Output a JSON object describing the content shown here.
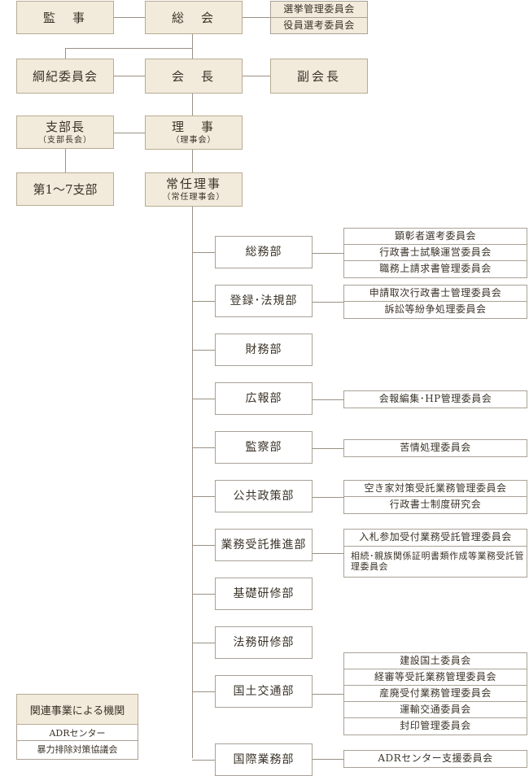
{
  "top": {
    "kanji": "監　事",
    "soukai": "総　会",
    "soukai_committees": [
      "選挙管理委員会",
      "役員選考委員会"
    ],
    "kouki": "綱紀委員会",
    "kaichou": "会　長",
    "fukukaichou": "副会長",
    "shibuchou": "支部長",
    "shibuchou_sub": "（支部長会）",
    "riji": "理　事",
    "riji_sub": "（理事会）",
    "branches": "第1～7支部",
    "jounin": "常任理事",
    "jounin_sub": "（常任理事会）"
  },
  "departments": [
    {
      "name": "総務部",
      "committees": [
        "顕彰者選考委員会",
        "行政書士試験運営委員会",
        "職務上請求書管理委員会"
      ]
    },
    {
      "name": "登録･法規部",
      "committees": [
        "申請取次行政書士管理委員会",
        "訴訟等紛争処理委員会"
      ]
    },
    {
      "name": "財務部",
      "committees": []
    },
    {
      "name": "広報部",
      "committees": [
        "会報編集･HP管理委員会"
      ]
    },
    {
      "name": "監察部",
      "committees": [
        "苦情処理委員会"
      ]
    },
    {
      "name": "公共政策部",
      "committees": [
        "空き家対策受託業務管理委員会",
        "行政書士制度研究会"
      ]
    },
    {
      "name": "業務受託推進部",
      "committees": [
        "入札参加受付業務受託管理委員会",
        "相続･親族関係証明書類作成等業務受託管理委員会"
      ]
    },
    {
      "name": "基礎研修部",
      "committees": []
    },
    {
      "name": "法務研修部",
      "committees": []
    },
    {
      "name": "国土交通部",
      "committees": [
        "建設国土委員会",
        "経審等受託業務管理委員会",
        "産廃受付業務管理委員会",
        "運輸交通委員会",
        "封印管理委員会"
      ]
    },
    {
      "name": "国際業務部",
      "committees": [
        "ADRセンター支援委員会"
      ]
    }
  ],
  "related": {
    "title": "関連事業による機関",
    "items": [
      "ADRセンター",
      "暴力排除対策協議会"
    ]
  }
}
